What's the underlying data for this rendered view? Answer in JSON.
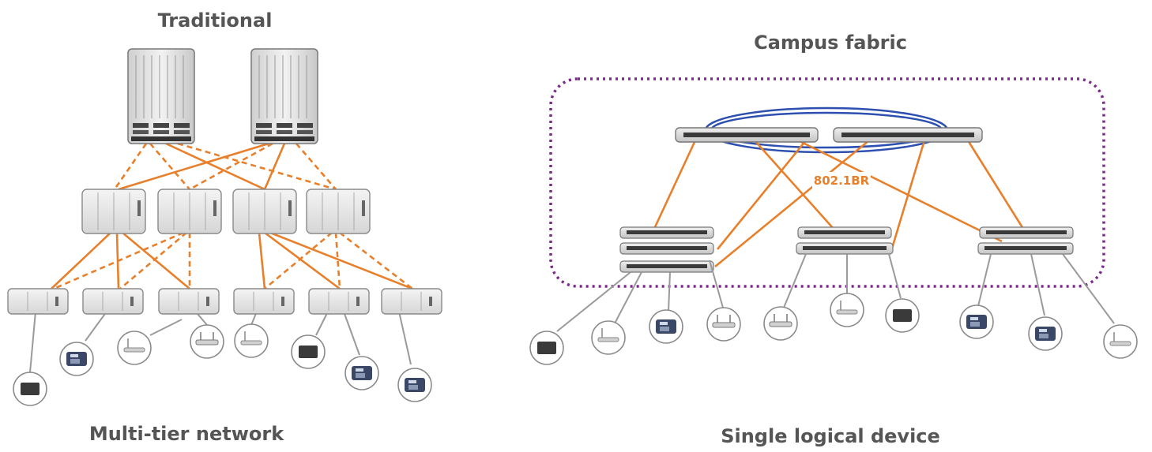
{
  "titles": {
    "traditional": "Traditional",
    "multi_tier": "Multi-tier network",
    "campus_fabric": "Campus fabric",
    "single_logical": "Single logical device"
  },
  "labels": {
    "protocol": "802.1BR"
  },
  "colors": {
    "link": "#e87f2a",
    "fabric_border": "#7a2a8a",
    "stack_ring": "#2c4fb0",
    "title_text": "#555555",
    "endpoint_link": "#9a9a9a"
  },
  "traditional": {
    "core_count": 2,
    "distribution_count": 4,
    "access_count": 6,
    "endpoints": [
      "laptop-icon",
      "phone-icon",
      "access-point-icon",
      "router-icon",
      "access-point-icon",
      "laptop-icon",
      "phone-icon",
      "phone-icon"
    ]
  },
  "fabric": {
    "aggregation_count": 2,
    "satellite_groups": 3,
    "endpoints": [
      "laptop-icon",
      "access-point-icon",
      "phone-icon",
      "router-icon",
      "router-icon",
      "access-point-icon",
      "laptop-icon",
      "phone-icon",
      "phone-icon",
      "access-point-icon"
    ]
  }
}
